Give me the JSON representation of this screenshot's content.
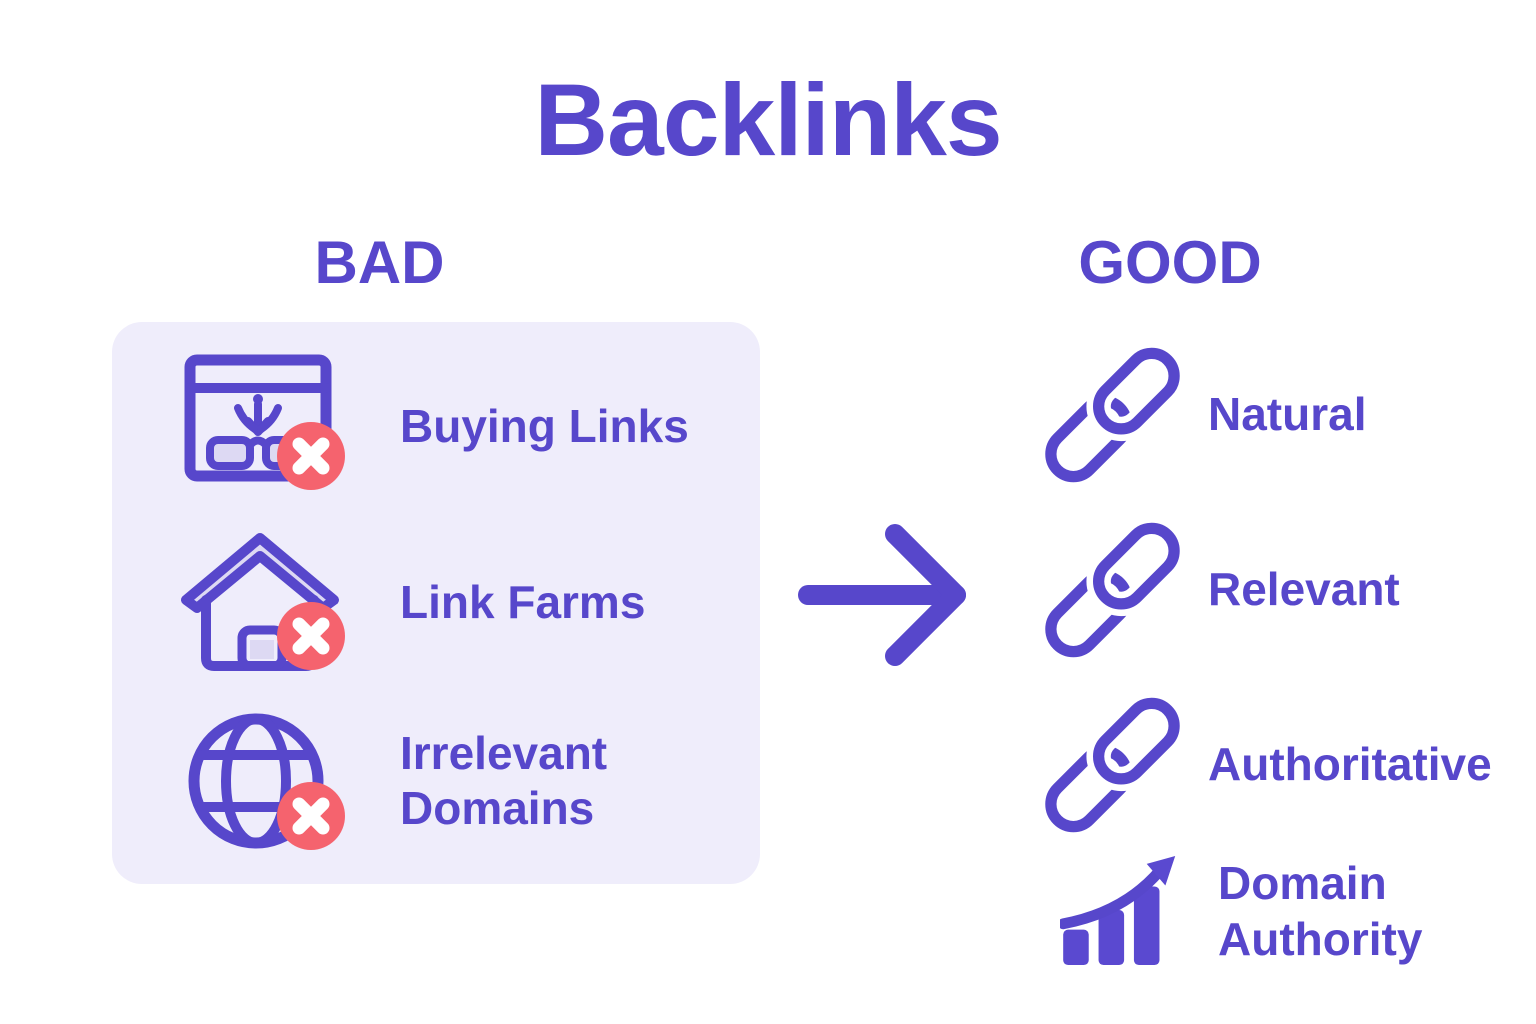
{
  "title": "Backlinks",
  "colors": {
    "purple": "#5747CB",
    "purple_fill": "#5A49D0",
    "light_lavender": "#DDD9F3",
    "panel_bg": "#EFEDFB",
    "badge_red": "#F5636E",
    "badge_x": "#FFFFFF"
  },
  "bad": {
    "heading": "BAD",
    "items": [
      {
        "icon": "buying-links-icon",
        "label": "Buying Links"
      },
      {
        "icon": "link-farm-icon",
        "label": "Link Farms"
      },
      {
        "icon": "irrelevant-domains-globe-icon",
        "label": "Irrelevant\nDomains"
      }
    ]
  },
  "good": {
    "heading": "GOOD",
    "items": [
      {
        "icon": "chain-link-icon",
        "label": "Natural"
      },
      {
        "icon": "chain-link-icon",
        "label": "Relevant"
      },
      {
        "icon": "chain-link-icon",
        "label": "Authoritative"
      },
      {
        "icon": "domain-authority-chart-icon",
        "label": "Domain\nAuthority"
      }
    ]
  },
  "arrow_icon": "right-arrow-icon"
}
